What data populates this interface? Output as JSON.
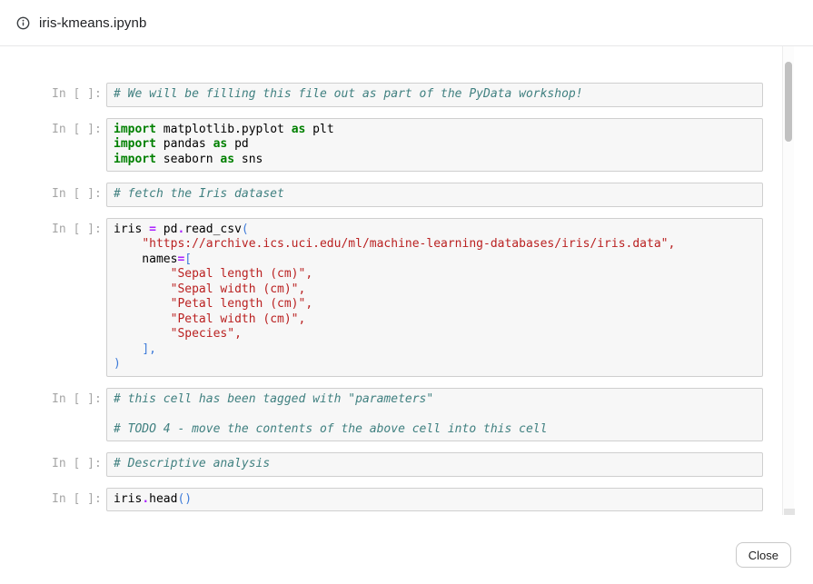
{
  "header": {
    "title": "iris-kmeans.ipynb"
  },
  "footer": {
    "close_label": "Close"
  },
  "notebook": {
    "prompt": "In [ ]:",
    "syntax_colors": {
      "keyword": "#008000",
      "operator": "#AA22FF",
      "string": "#BA2121",
      "comment": "#408080",
      "bracket": "#3E7BD9",
      "text": "#000000"
    },
    "cell_background": "#f7f7f7",
    "cell_border": "#cfcfcf",
    "cells": [
      {
        "lines": [
          [
            [
              "com",
              "# We will be filling this file out as part of the PyData workshop!"
            ]
          ]
        ]
      },
      {
        "lines": [
          [
            [
              "kw",
              "import"
            ],
            [
              "txt",
              " matplotlib.pyplot "
            ],
            [
              "kw",
              "as"
            ],
            [
              "txt",
              " plt"
            ]
          ],
          [
            [
              "kw",
              "import"
            ],
            [
              "txt",
              " pandas "
            ],
            [
              "kw",
              "as"
            ],
            [
              "txt",
              " pd"
            ]
          ],
          [
            [
              "kw",
              "import"
            ],
            [
              "txt",
              " seaborn "
            ],
            [
              "kw",
              "as"
            ],
            [
              "txt",
              " sns"
            ]
          ]
        ]
      },
      {
        "lines": [
          [
            [
              "com",
              "# fetch the Iris dataset"
            ]
          ]
        ]
      },
      {
        "lines": [
          [
            [
              "txt",
              "iris "
            ],
            [
              "op",
              "="
            ],
            [
              "txt",
              " pd"
            ],
            [
              "op",
              "."
            ],
            [
              "txt",
              "read_csv"
            ],
            [
              "pun",
              "("
            ]
          ],
          [
            [
              "txt",
              "    "
            ],
            [
              "str",
              "\"https://archive.ics.uci.edu/ml/machine-learning-databases/iris/iris.data\","
            ]
          ],
          [
            [
              "txt",
              "    names"
            ],
            [
              "op",
              "="
            ],
            [
              "pun",
              "["
            ]
          ],
          [
            [
              "txt",
              "        "
            ],
            [
              "str",
              "\"Sepal length (cm)\","
            ]
          ],
          [
            [
              "txt",
              "        "
            ],
            [
              "str",
              "\"Sepal width (cm)\","
            ]
          ],
          [
            [
              "txt",
              "        "
            ],
            [
              "str",
              "\"Petal length (cm)\","
            ]
          ],
          [
            [
              "txt",
              "        "
            ],
            [
              "str",
              "\"Petal width (cm)\","
            ]
          ],
          [
            [
              "txt",
              "        "
            ],
            [
              "str",
              "\"Species\","
            ]
          ],
          [
            [
              "txt",
              "    "
            ],
            [
              "pun",
              "],"
            ]
          ],
          [
            [
              "pun",
              ")"
            ]
          ]
        ]
      },
      {
        "lines": [
          [
            [
              "com",
              "# this cell has been tagged with \"parameters\""
            ]
          ],
          [],
          [
            [
              "com",
              "# TODO 4 - move the contents of the above cell into this cell"
            ]
          ]
        ]
      },
      {
        "lines": [
          [
            [
              "com",
              "# Descriptive analysis"
            ]
          ]
        ]
      },
      {
        "lines": [
          [
            [
              "txt",
              "iris"
            ],
            [
              "op",
              "."
            ],
            [
              "txt",
              "head"
            ],
            [
              "pun",
              "()"
            ]
          ]
        ]
      }
    ]
  }
}
